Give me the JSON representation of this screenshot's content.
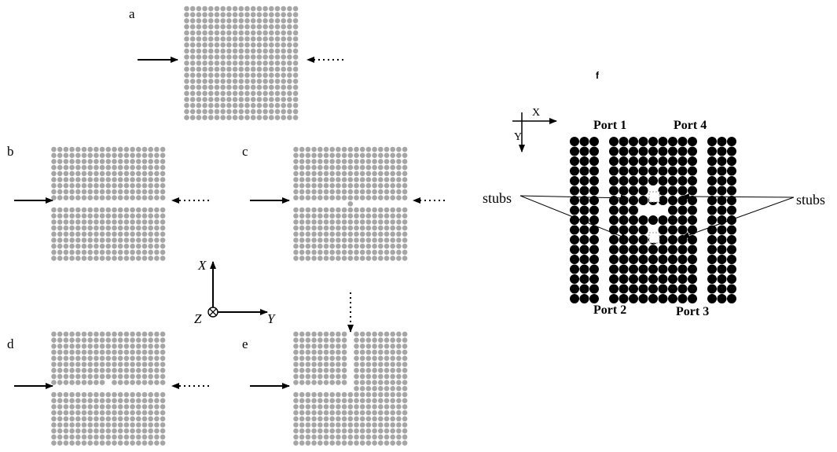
{
  "panels": {
    "a": {
      "label": "a"
    },
    "b": {
      "label": "b"
    },
    "c": {
      "label": "c"
    },
    "d": {
      "label": "d"
    },
    "e": {
      "label": "e"
    },
    "f": {
      "label": "f"
    }
  },
  "axes_main": {
    "x": "X",
    "y": "Y",
    "z": "Z"
  },
  "axes_f": {
    "x": "X",
    "y": "Y"
  },
  "ports": {
    "port1": "Port 1",
    "port2": "Port 2",
    "port3": "Port 3",
    "port4": "Port 4"
  },
  "stubs": {
    "left": "stubs",
    "right": "stubs"
  },
  "colors": {
    "rod_gray": "#a6a6a6",
    "rod_black": "#000000",
    "arrow": "#000000"
  }
}
